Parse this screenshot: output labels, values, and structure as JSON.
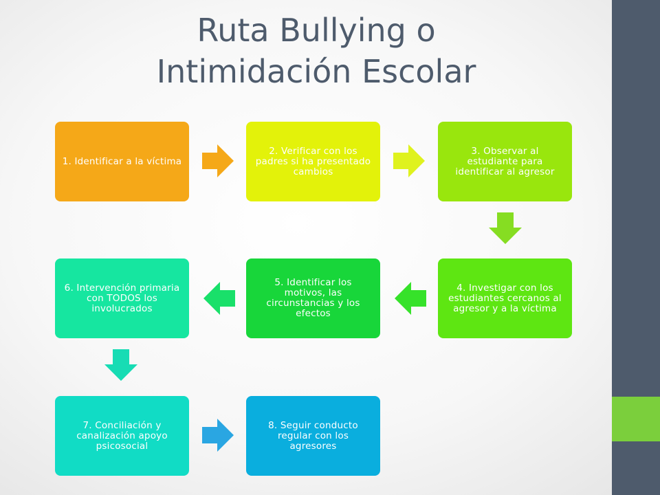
{
  "slide": {
    "title_line1": "Ruta Bullying o",
    "title_line2": "Intimidación Escolar"
  },
  "steps": [
    {
      "label": "1. Identificar a la víctima",
      "color": "#f5a818"
    },
    {
      "label": "2. Verificar con los padres si ha presentado cambios",
      "color": "#e3f20a"
    },
    {
      "label": "3. Observar al estudiante para identificar al agresor",
      "color": "#99e60d"
    },
    {
      "label": "4. Investigar con los estudiantes cercanos al agresor y a la víctima",
      "color": "#5ee612"
    },
    {
      "label": "5. Identificar los motivos, las circunstancias y los efectos",
      "color": "#18d63a"
    },
    {
      "label": "6. Intervención primaria con TODOS los involucrados",
      "color": "#16e6a0"
    },
    {
      "label": "7. Conciliación y canalización apoyo psicosocial",
      "color": "#11dcc5"
    },
    {
      "label": "8. Seguir  conducto regular con los agresores",
      "color": "#0aaede"
    }
  ],
  "arrows": [
    {
      "from": 1,
      "to": 2,
      "direction": "right",
      "color": "#f5a818"
    },
    {
      "from": 2,
      "to": 3,
      "direction": "right",
      "color": "#dff21e"
    },
    {
      "from": 3,
      "to": 4,
      "direction": "down",
      "color": "#86dd22"
    },
    {
      "from": 4,
      "to": 5,
      "direction": "left",
      "color": "#36e22a"
    },
    {
      "from": 5,
      "to": 6,
      "direction": "left",
      "color": "#19e06a"
    },
    {
      "from": 6,
      "to": 7,
      "direction": "down",
      "color": "#17dcb4"
    },
    {
      "from": 7,
      "to": 8,
      "direction": "right",
      "color": "#2aa6e2"
    }
  ],
  "theme": {
    "sidebar_color": "#4e5b6c",
    "sidebar_accent_color": "#7bcf3c",
    "title_color": "#4e5b6c"
  }
}
